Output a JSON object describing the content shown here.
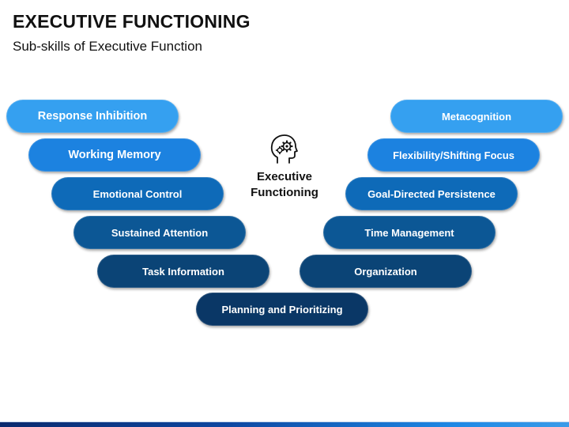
{
  "header": {
    "title": "EXECUTIVE FUNCTIONING",
    "subtitle": "Sub-skills of Executive Function"
  },
  "center": {
    "icon": "head-gears-icon",
    "label_line1": "Executive",
    "label_line2": "Functioning"
  },
  "left_items": [
    {
      "label": "Response Inhibition",
      "color": "#35a0f0"
    },
    {
      "label": "Working Memory",
      "color": "#1c82e0"
    },
    {
      "label": "Emotional Control",
      "color": "#0e6ab8"
    },
    {
      "label": "Sustained Attention",
      "color": "#0c5795"
    },
    {
      "label": "Task Information",
      "color": "#0b4476"
    }
  ],
  "right_items": [
    {
      "label": "Metacognition",
      "color": "#35a0f0"
    },
    {
      "label": "Flexibility/Shifting Focus",
      "color": "#1c82e0"
    },
    {
      "label": "Goal-Directed Persistence",
      "color": "#0e6ab8"
    },
    {
      "label": "Time Management",
      "color": "#0c5795"
    },
    {
      "label": "Organization",
      "color": "#0b4476"
    }
  ],
  "bottom_item": {
    "label": "Planning and Prioritizing",
    "color": "#0a3766"
  }
}
